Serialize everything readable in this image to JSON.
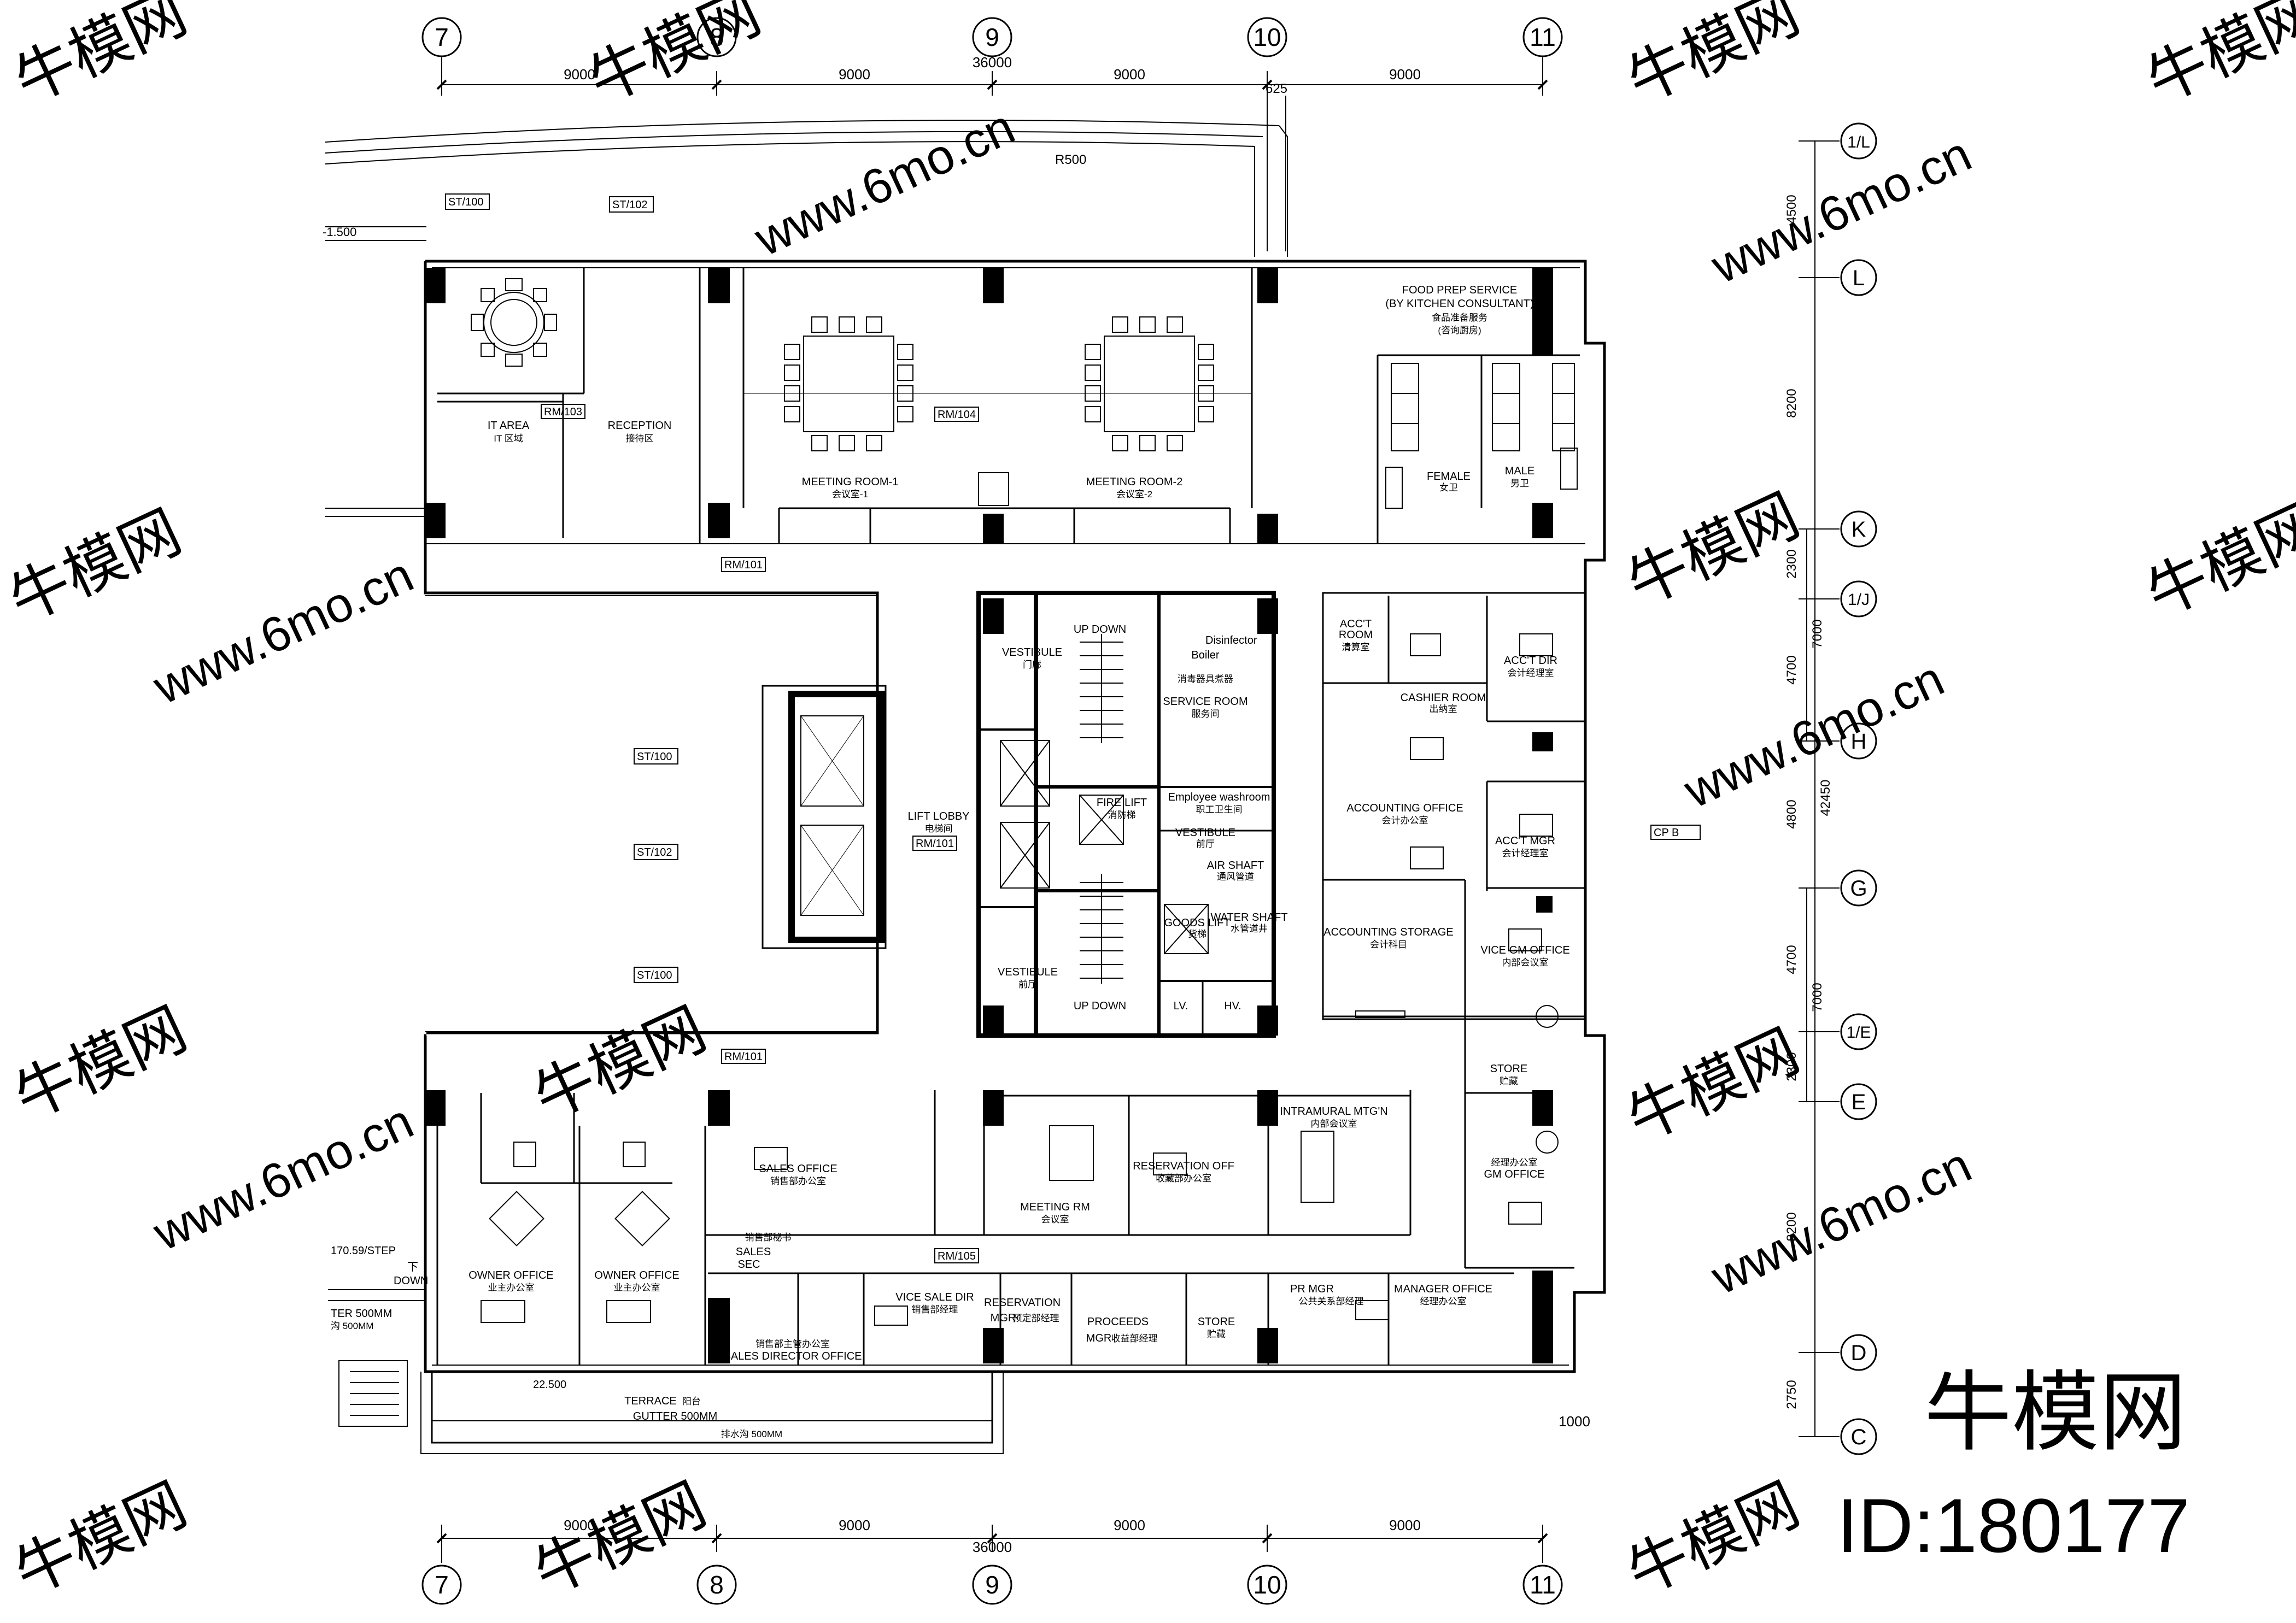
{
  "grid": {
    "columns": [
      "7",
      "8",
      "9",
      "10",
      "11"
    ],
    "rows": [
      "1/L",
      "L",
      "K",
      "1/J",
      "H",
      "G",
      "1/E",
      "E",
      "D",
      "C"
    ]
  },
  "dimensions": {
    "top_spans": [
      "9000",
      "9000",
      "9000",
      "9000"
    ],
    "top_total": "36000",
    "top_offset": "625",
    "bottom_spans": [
      "9000",
      "9000",
      "9000",
      "9000"
    ],
    "bottom_total": "36000",
    "right_spans": [
      "4500",
      "8200",
      "2300",
      "4700",
      "4800",
      "4700",
      "2300",
      "8200",
      "2750"
    ],
    "right_sub_a": "7000",
    "right_sub_b": "7000",
    "right_total": "42450",
    "bottom_right": "1000"
  },
  "tags": {
    "road": "R500",
    "st100": "ST/100",
    "st102": "ST/102",
    "rm101": "RM/101",
    "rm103": "RM/103",
    "rm104": "RM/104",
    "rm105": "RM/105",
    "cp": "CP   B",
    "level_left": "-1.500",
    "step": "170.59/STEP",
    "step_down": "下",
    "step_down_en": "DOWN",
    "gutter_left": "TER 500MM",
    "gutter_left_cn": "沟 500MM",
    "level_terrace": "22.500"
  },
  "rooms": {
    "food_prep_1": "FOOD PREP SERVICE",
    "food_prep_2": "(BY KITCHEN CONSULTANT)",
    "food_prep_cn": "食品准备服务",
    "food_prep_cn2": "(咨询厨房)",
    "it_area": "IT AREA",
    "it_area_cn": "IT 区域",
    "reception": "RECEPTION",
    "reception_cn": "接待区",
    "meeting1": "MEETING ROOM-1",
    "meeting1_cn": "会议室-1",
    "meeting2": "MEETING ROOM-2",
    "meeting2_cn": "会议室-2",
    "female": "FEMALE",
    "female_cn": "女卫",
    "male": "MALE",
    "male_cn": "男卫",
    "vestibule_top": "VESTIBULE",
    "vestibule_top_cn": "门廊",
    "up_down_1": "UP   DOWN",
    "disinfector": "Disinfector",
    "boiler": "Boiler",
    "disinfector_cn": "消毒器具煮器",
    "service_room": "SERVICE ROOM",
    "service_room_cn": "服务间",
    "lift_lobby": "LIFT LOBBY",
    "lift_lobby_cn": "电梯间",
    "fire_lift": "FIRE LIFT",
    "fire_lift_cn": "消防梯",
    "employee_washroom": "Employee washroom",
    "employee_washroom_cn": "职工卫生间",
    "vestibule_mid": "VESTIBULE",
    "vestibule_mid_cn": "前厅",
    "air_shaft": "AIR SHAFT",
    "air_shaft_cn": "通风管道",
    "goods_lift": "GOODS LIFT",
    "goods_lift_cn": "货梯",
    "water_shaft": "WATER SHAFT",
    "water_shaft_cn": "水管道井",
    "vestibule_bot": "VESTIBULE",
    "vestibule_bot_cn": "前厅",
    "up_down_2": "UP   DOWN",
    "lv": "LV.",
    "hv": "HV.",
    "acct_room": "ACC'T",
    "acct_room_2": "ROOM",
    "acct_room_cn": "清算室",
    "cashier": "CASHIER ROOM",
    "cashier_cn": "出纳室",
    "acct_dir": "ACC'T DIR",
    "acct_dir_cn": "会计经理室",
    "accounting_office": "ACCOUNTING OFFICE",
    "accounting_office_cn": "会计办公室",
    "acct_mgr": "ACC'T MGR",
    "acct_mgr_cn": "会计经理室",
    "accounting_storage": "ACCOUNTING STORAGE",
    "accounting_storage_cn": "会计科目",
    "vice_gm": "VICE GM OFFICE",
    "vice_gm_cn": "内部会议室",
    "store_right": "STORE",
    "store_right_cn": "贮藏",
    "gm_office": "GM OFFICE",
    "gm_office_cn": "经理办公室",
    "owner1": "OWNER OFFICE",
    "owner1_cn": "业主办公室",
    "owner2": "OWNER OFFICE",
    "owner2_cn": "业主办公室",
    "sales_office": "SALES OFFICE",
    "sales_office_cn": "销售部办公室",
    "sales_sec_cn": "销售部秘书",
    "sales_sec": "SALES",
    "sales_sec_2": "SEC",
    "meeting_rm": "MEETING RM",
    "meeting_rm_cn": "会议室",
    "reservation_off": "RESERVATION OFF",
    "reservation_off_cn": "收藏部办公室",
    "intramural": "INTRAMURAL MTG'N",
    "intramural_cn": "内部会议室",
    "vice_sale_dir": "VICE SALE DIR",
    "vice_sale_dir_cn": "销售部经理",
    "sales_director_cn": "销售部主管办公室",
    "sales_director": "SALES DIRECTOR OFFICE",
    "reservation_mgr": "RESERVATION",
    "reservation_mgr_2": "MGR",
    "reservation_mgr_cn": "预定部经理",
    "proceeds": "PROCEEDS",
    "proceeds_2": "MGR",
    "proceeds_cn": "收益部经理",
    "store_bottom": "STORE",
    "store_bottom_cn": "贮藏",
    "pr_mgr": "PR MGR",
    "pr_mgr_cn": "公共关系部经理",
    "manager_office": "MANAGER OFFICE",
    "manager_office_cn": "经理办公室",
    "terrace": "TERRACE",
    "terrace_cn": "阳台",
    "gutter": "GUTTER 500MM",
    "gutter_cn": "排水沟 500MM"
  },
  "watermark": {
    "brand": "牛模网",
    "site": "www.6mo.cn",
    "id_label": "ID:180177"
  }
}
